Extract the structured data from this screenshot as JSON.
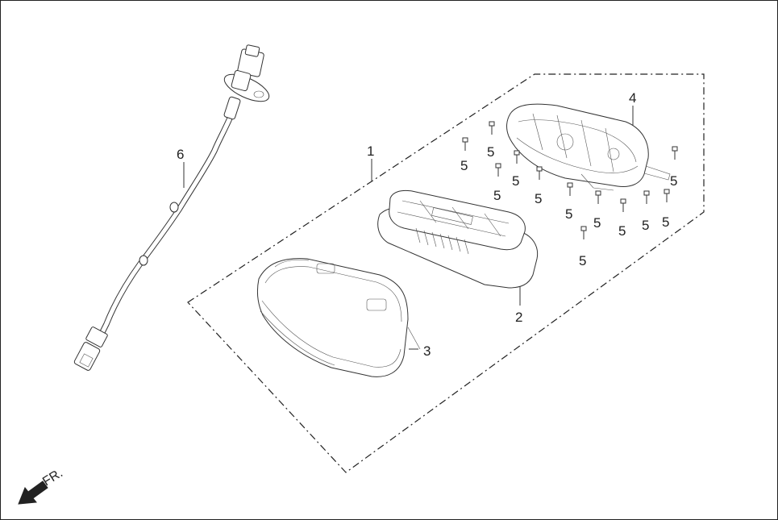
{
  "diagram": {
    "callouts": {
      "assembly": "1",
      "circuit_board": "2",
      "lens_cover": "3",
      "rear_housing": "4",
      "cable": "6",
      "screw": "5"
    },
    "direction_label": "FR."
  }
}
